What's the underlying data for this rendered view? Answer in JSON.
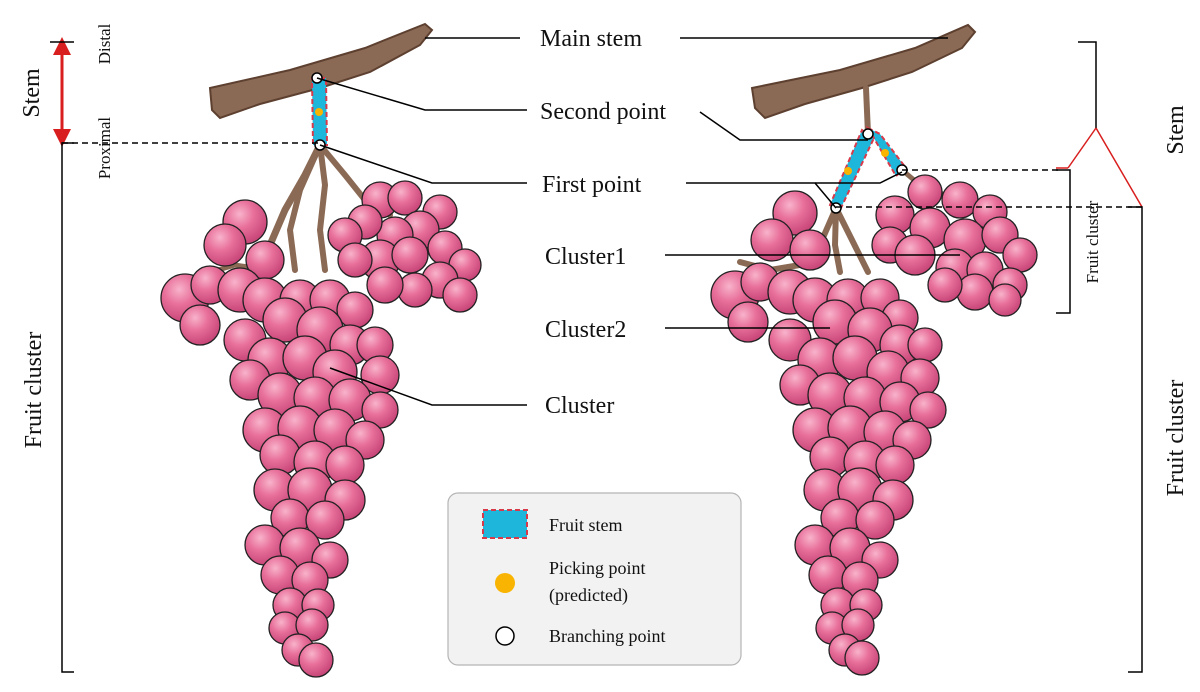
{
  "labels": {
    "main_stem": "Main stem",
    "second_point": "Second point",
    "first_point": "First point",
    "cluster1": "Cluster1",
    "cluster2": "Cluster2",
    "cluster": "Cluster",
    "stem_left": "Stem",
    "distal": "Distal",
    "proximal": "Proximal",
    "fruit_cluster_left": "Fruit cluster",
    "stem_right": "Stem",
    "fruit_cluster_small": "Fruit cluster",
    "fruit_cluster_right": "Fruit cluster"
  },
  "legend": {
    "fruit_stem": "Fruit stem",
    "picking_point_line1": "Picking point",
    "picking_point_line2": "(predicted)",
    "branching_point": "Branching point"
  },
  "colors": {
    "branch": "#8b6a55",
    "branch_dark": "#5d4030",
    "grape": "#e8709a",
    "grape_light": "#f8b3cb",
    "grape_dark": "#c64477",
    "fruit_stem_fill": "#1fb6dc",
    "fruit_stem_border": "#d83a4a",
    "picking_point": "#f8b400",
    "stem_arrow": "#d81e1e",
    "legend_bg": "#f2f2f2",
    "legend_border": "#b5b5b5"
  },
  "icons": {
    "fruit_stem": "blue-dashed-rectangle-icon",
    "picking_point": "orange-dot-icon",
    "branching_point": "white-circle-icon"
  }
}
